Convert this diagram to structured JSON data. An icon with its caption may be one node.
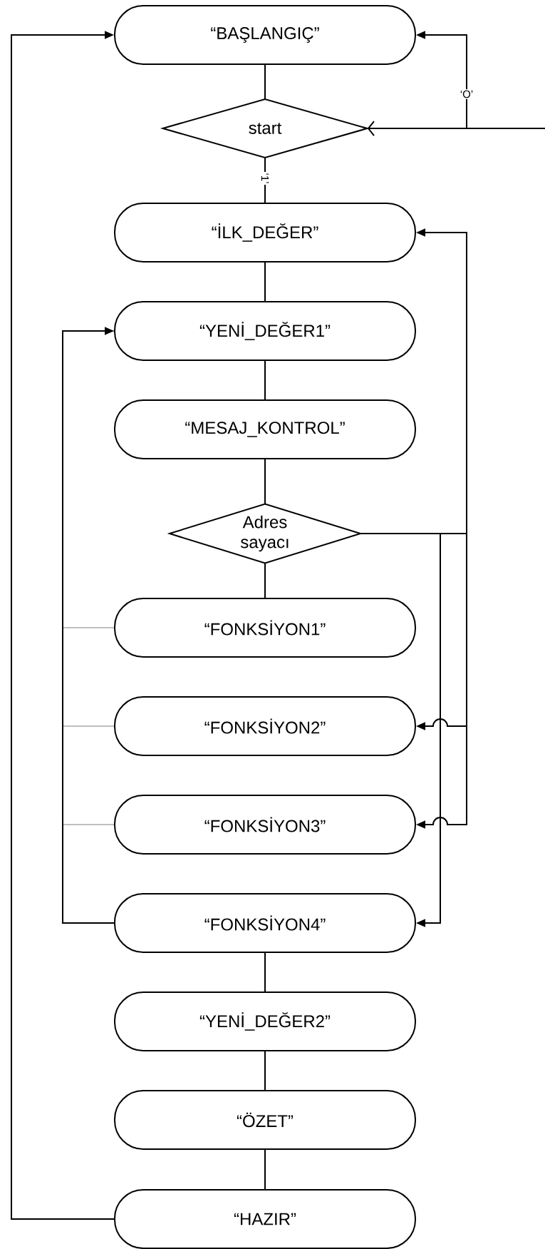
{
  "diagram": {
    "nodes": [
      {
        "text": [
          "“BAŞLANGIÇ”"
        ]
      },
      {
        "text": [
          "start"
        ]
      },
      {
        "text": [
          "“İLK_DEĞER”"
        ]
      },
      {
        "text": [
          "“YENİ_DEĞER1”"
        ]
      },
      {
        "text": [
          "“MESAJ_KONTROL”"
        ]
      },
      {
        "text": [
          "Adres sayacı"
        ]
      },
      {
        "text": [
          "“FONKSİYON1”"
        ]
      },
      {
        "text": [
          "“FONKSİYON2”"
        ]
      },
      {
        "text": [
          "“FONKSİYON3”"
        ]
      },
      {
        "text": [
          "“FONKSİYON4”"
        ]
      },
      {
        "text": [
          "“YENİ_DEĞER2”"
        ]
      },
      {
        "text": [
          "“ÖZET”"
        ]
      },
      {
        "text": [
          "“HAZIR”"
        ]
      }
    ],
    "edges": [
      {
        "from": 0,
        "to": 1,
        "arrow": "none"
      },
      {
        "from": 1,
        "to": 2,
        "arrow": "none",
        "label": "‘1’"
      },
      {
        "from": null,
        "to": 1,
        "arrow": "to"
      },
      {
        "from": null,
        "to": 0,
        "arrow": "to",
        "label": "‘O’"
      },
      {
        "from": 2,
        "to": 3,
        "arrow": "none"
      },
      {
        "from": 3,
        "to": 4,
        "arrow": "none"
      },
      {
        "from": 4,
        "to": 5,
        "arrow": "none"
      },
      {
        "from": 5,
        "to": 6,
        "arrow": "none"
      },
      {
        "from": 5,
        "to": 2,
        "arrow": "to"
      },
      {
        "from": 5,
        "to": 7,
        "arrow": "to"
      },
      {
        "from": 5,
        "to": 8,
        "arrow": "to"
      },
      {
        "from": 5,
        "to": 9,
        "arrow": "to"
      },
      {
        "from": 6,
        "to": 3,
        "arrow": "none",
        "color": "#808080"
      },
      {
        "from": 7,
        "to": 3,
        "arrow": "none",
        "color": "#808080"
      },
      {
        "from": 8,
        "to": 3,
        "arrow": "none",
        "color": "#808080"
      },
      {
        "from": 9,
        "to": 3,
        "arrow": "to"
      },
      {
        "from": 9,
        "to": 10,
        "arrow": "none"
      },
      {
        "from": 10,
        "to": 11,
        "arrow": "none"
      },
      {
        "from": 11,
        "to": 12,
        "arrow": "none"
      },
      {
        "from": 12,
        "to": 0,
        "arrow": "to"
      }
    ]
  }
}
